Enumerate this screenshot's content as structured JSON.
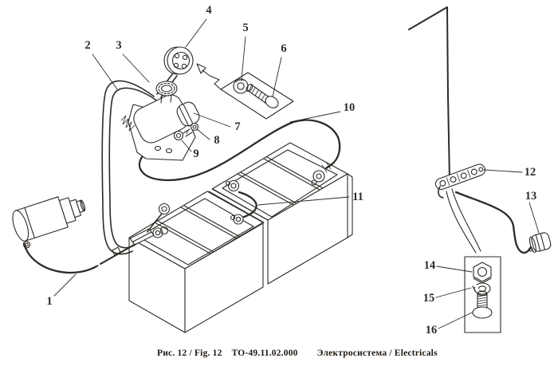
{
  "colors": {
    "background": "#ffffff",
    "ink": "#2e2a26",
    "caption_text": "#201710"
  },
  "caption": {
    "figure_label": "Рис. 12 / Fig. 12",
    "drawing_code": "ТО-49.11.02.000",
    "title": "Электросистема / Electricals"
  },
  "callouts": [
    {
      "label": "1"
    },
    {
      "label": "2"
    },
    {
      "label": "3"
    },
    {
      "label": "4"
    },
    {
      "label": "5"
    },
    {
      "label": "6"
    },
    {
      "label": "7"
    },
    {
      "label": "8"
    },
    {
      "label": "9"
    },
    {
      "label": "10"
    },
    {
      "label": "11"
    },
    {
      "label": "12"
    },
    {
      "label": "13"
    },
    {
      "label": "14"
    },
    {
      "label": "15"
    },
    {
      "label": "16"
    }
  ]
}
